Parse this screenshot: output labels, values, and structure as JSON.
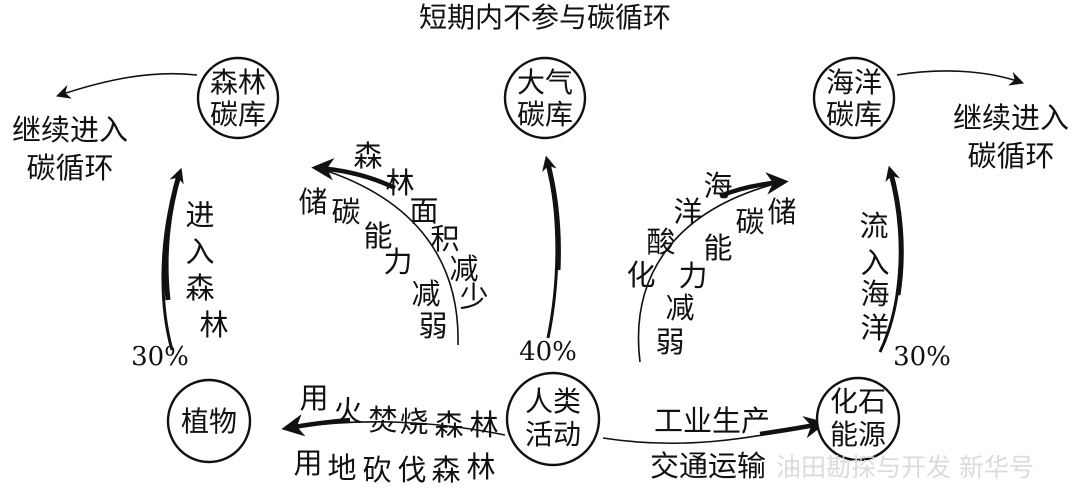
{
  "title": "短期内不参与碳循环",
  "nodes": {
    "forest": [
      "森林",
      "碳库"
    ],
    "atmosphere": [
      "大气",
      "碳库"
    ],
    "ocean": [
      "海洋",
      "碳库"
    ],
    "plants": "植物",
    "human": [
      "人类",
      "活动"
    ],
    "fossil": [
      "化石",
      "能源"
    ]
  },
  "outcomes": {
    "left": [
      "继续进入",
      "碳循环"
    ],
    "right": [
      "继续进入",
      "碳循环"
    ]
  },
  "flows": {
    "enter_forest": "进入森林",
    "flow_to_ocean": "流入海洋",
    "industry": "工业生产",
    "transport": "交通运输",
    "burning": "用火焚烧森林",
    "logging": "用地砍伐森林",
    "forest_area_reduced": "森林面积减少",
    "forest_storage_weakened": "储碳能力减弱",
    "ocean_acidification": "海洋酸化",
    "ocean_storage_weakened": "储碳能力减弱"
  },
  "percents": {
    "plants_to_forest": "30%",
    "human_to_atmosphere": "40%",
    "fossil_to_ocean": "30%"
  },
  "watermark": "油田勘探与开发 新华号",
  "colors": {
    "ink": "#111111",
    "watermark": "#d8d8d8"
  }
}
